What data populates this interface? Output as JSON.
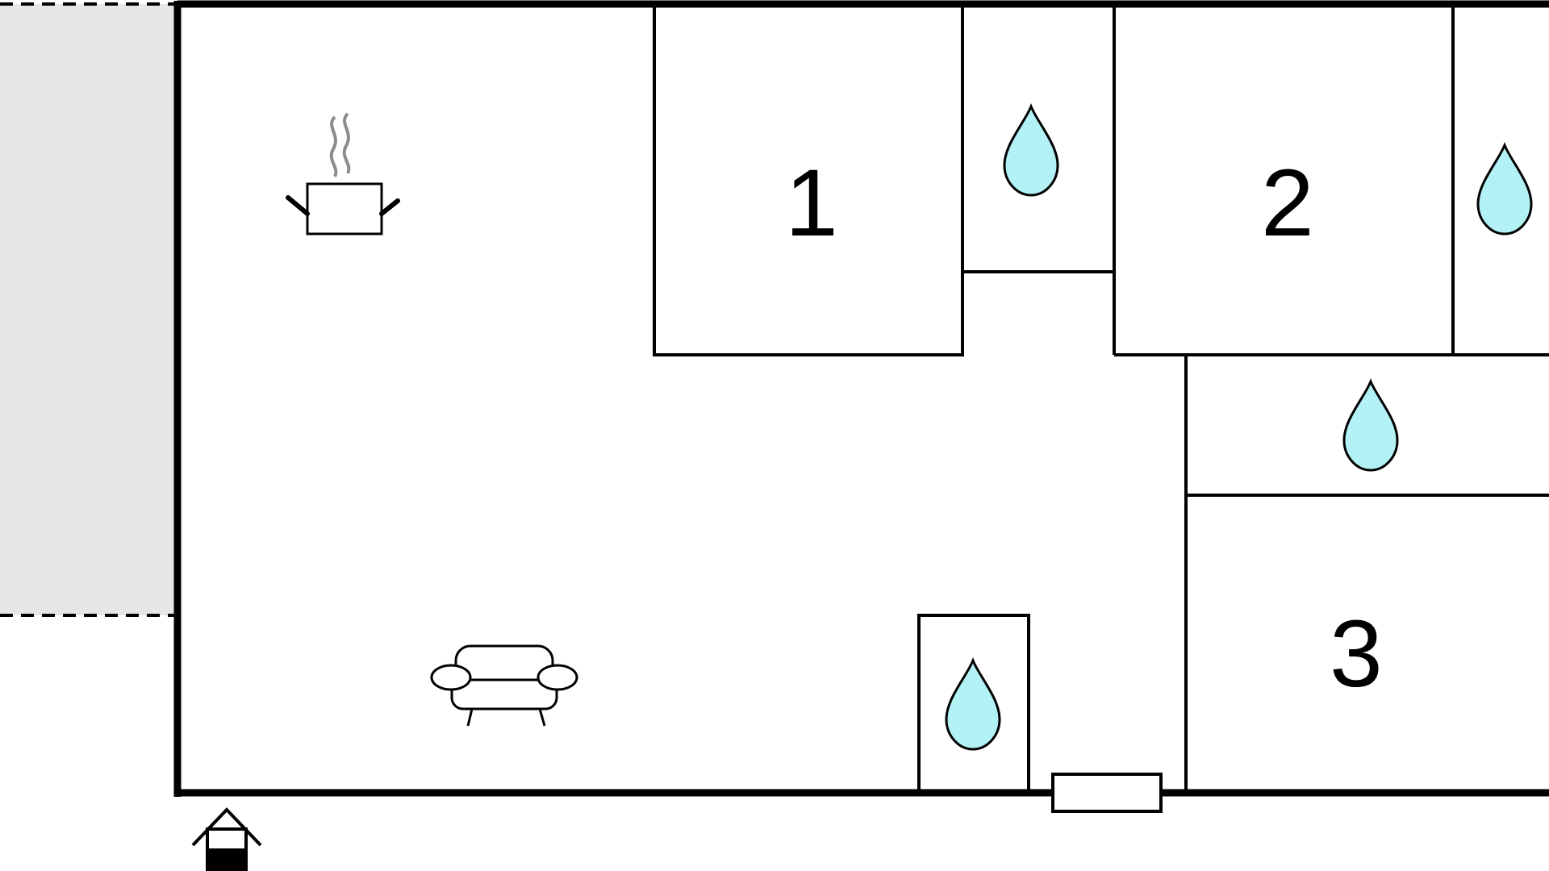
{
  "floorplan": {
    "rooms": [
      {
        "number": "1"
      },
      {
        "number": "2"
      },
      {
        "number": "3"
      }
    ],
    "icons": {
      "kitchen": "cooking-pot-icon",
      "living": "sofa-icon",
      "bathroom": "water-drop-icon",
      "entrance": "entrance-house-icon",
      "window": "window-icon"
    },
    "colors": {
      "wall": "#000000",
      "water_drop_fill": "#b2f2f5",
      "terrace_fill": "#e6e6e6",
      "steam": "#8c8c8c"
    }
  }
}
